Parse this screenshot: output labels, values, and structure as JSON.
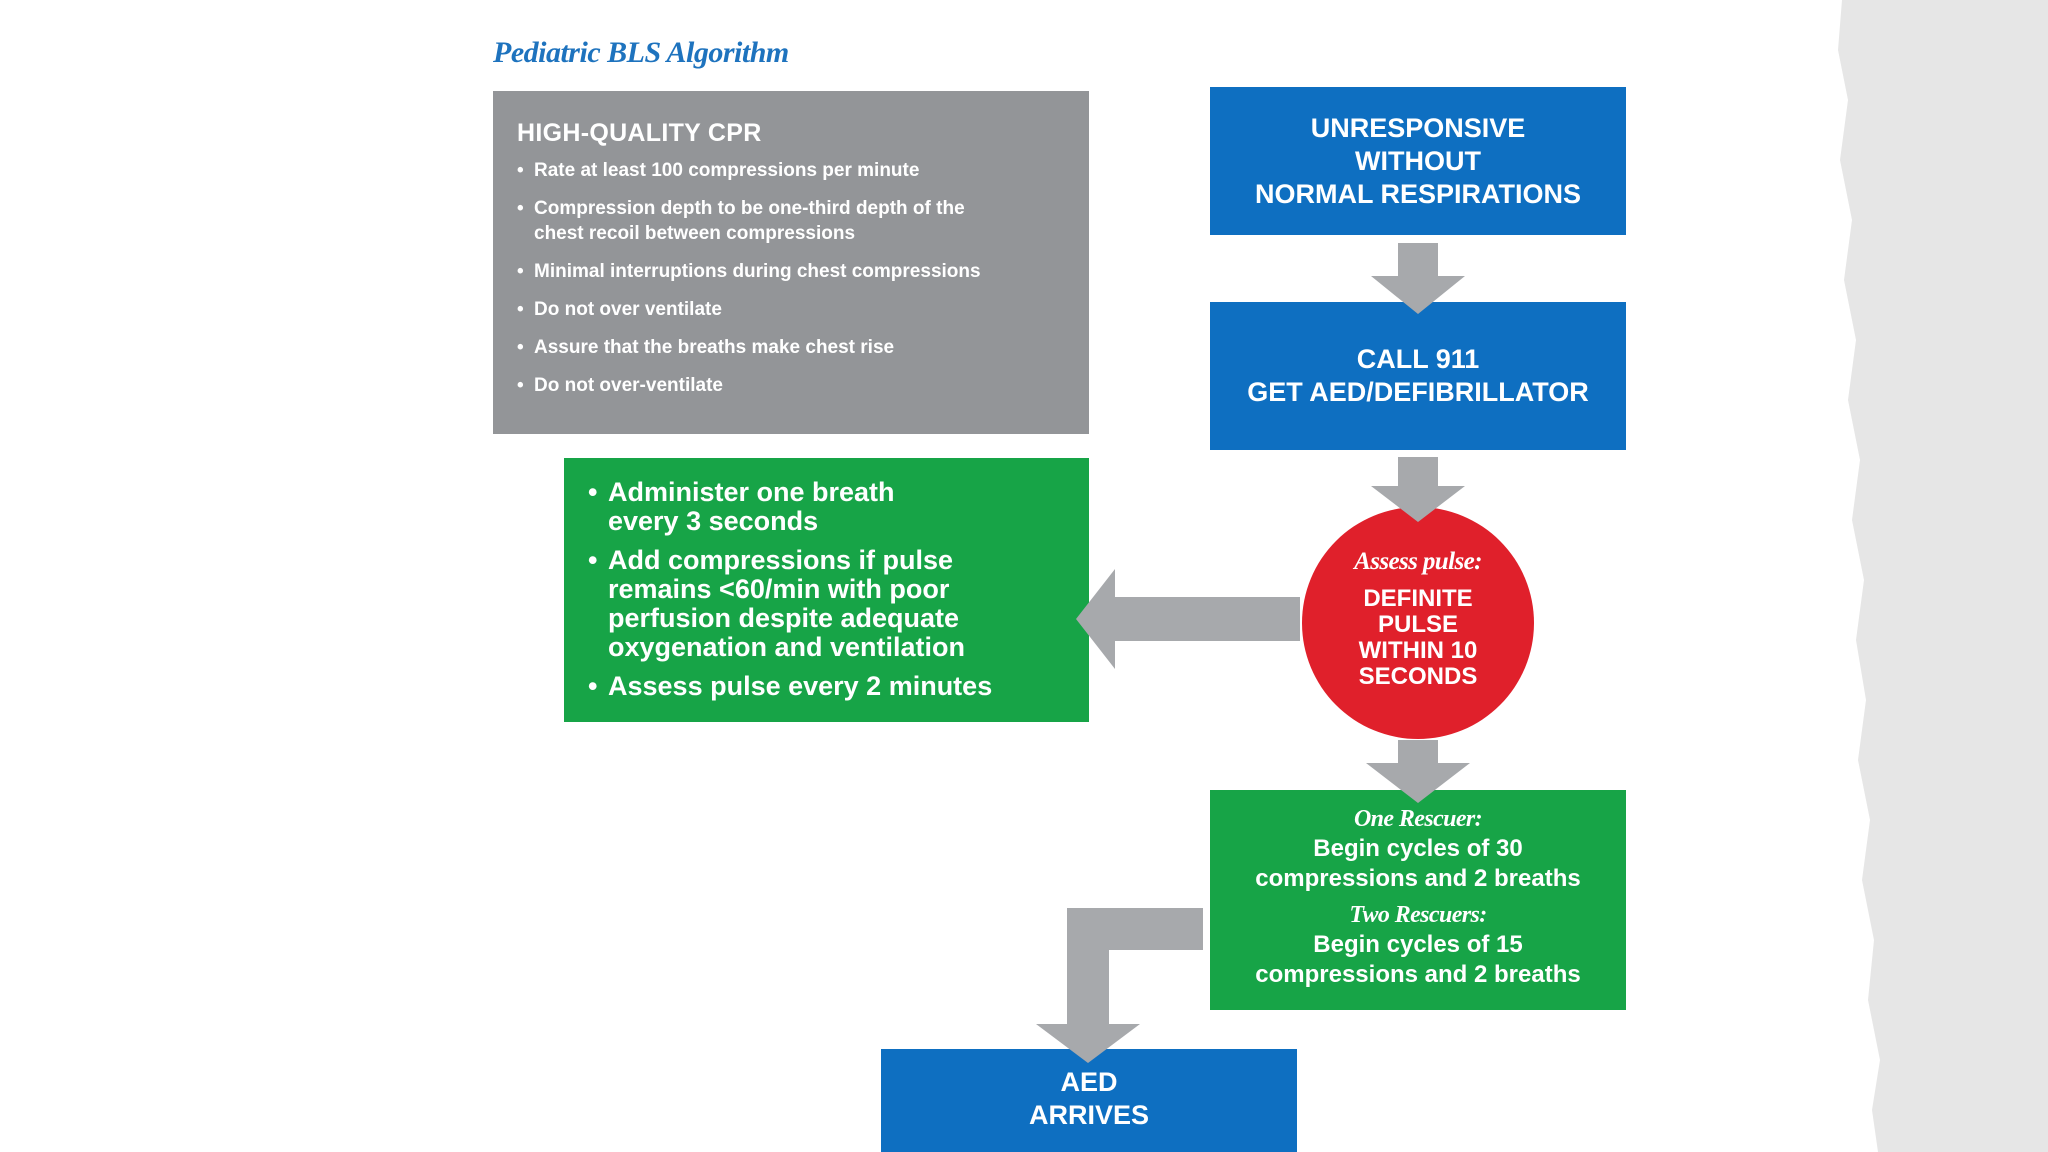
{
  "title": "Pediatric BLS Algorithm",
  "colors": {
    "blue_box": "#0e6fc1",
    "green_box": "#17a447",
    "gray_box": "#939598",
    "red_circle": "#e0202b",
    "arrow": "#a7a9ac",
    "title_text": "#1e73be",
    "torn_background": "#e6e6e6"
  },
  "cpr_box": {
    "heading": "HIGH-QUALITY CPR",
    "items": [
      [
        "Rate at least 100 compressions per minute"
      ],
      [
        "Compression depth to be one-third depth of the",
        "chest recoil between compressions"
      ],
      [
        "Minimal interruptions during chest compressions"
      ],
      [
        "Do not over ventilate"
      ],
      [
        "Assure that the breaths make chest rise"
      ],
      [
        "Do not over-ventilate"
      ]
    ]
  },
  "unresponsive_box": {
    "lines": [
      "UNRESPONSIVE",
      "WITHOUT",
      "NORMAL RESPIRATIONS"
    ]
  },
  "call_box": {
    "lines": [
      "CALL 911",
      "GET AED/DEFIBRILLATOR"
    ]
  },
  "pulse_circle": {
    "label": "Assess pulse:",
    "lines": [
      "DEFINITE",
      "PULSE",
      "WITHIN 10",
      "SECONDS"
    ]
  },
  "breath_box": {
    "items": [
      [
        "Administer one breath",
        "every 3 seconds"
      ],
      [
        "Add compressions if pulse",
        "remains <60/min with poor",
        "perfusion despite adequate",
        "oxygenation and ventilation"
      ],
      [
        "Assess pulse every 2 minutes"
      ]
    ]
  },
  "rescuer_box": {
    "one_label": "One Rescuer:",
    "one_lines": [
      "Begin cycles of 30",
      "compressions and 2 breaths"
    ],
    "two_label": "Two Rescuers:",
    "two_lines": [
      "Begin cycles of 15",
      "compressions and 2 breaths"
    ]
  },
  "aed_box": {
    "lines": [
      "AED",
      "ARRIVES"
    ]
  }
}
